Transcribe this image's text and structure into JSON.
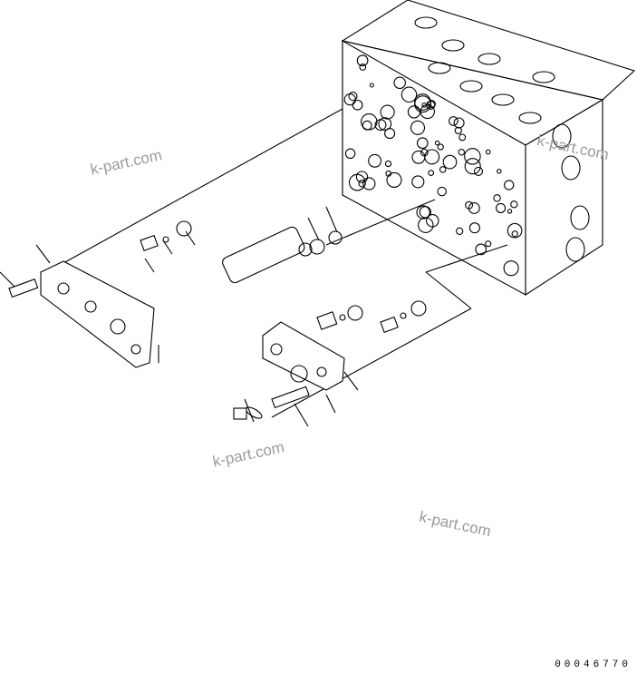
{
  "diagram": {
    "watermarks": [
      "k-part.com",
      "k-part.com",
      "k-part.com",
      "k-part.com"
    ],
    "part_number": "00046770",
    "line_color": "#000000",
    "watermark_color": "#9a9a9a"
  }
}
